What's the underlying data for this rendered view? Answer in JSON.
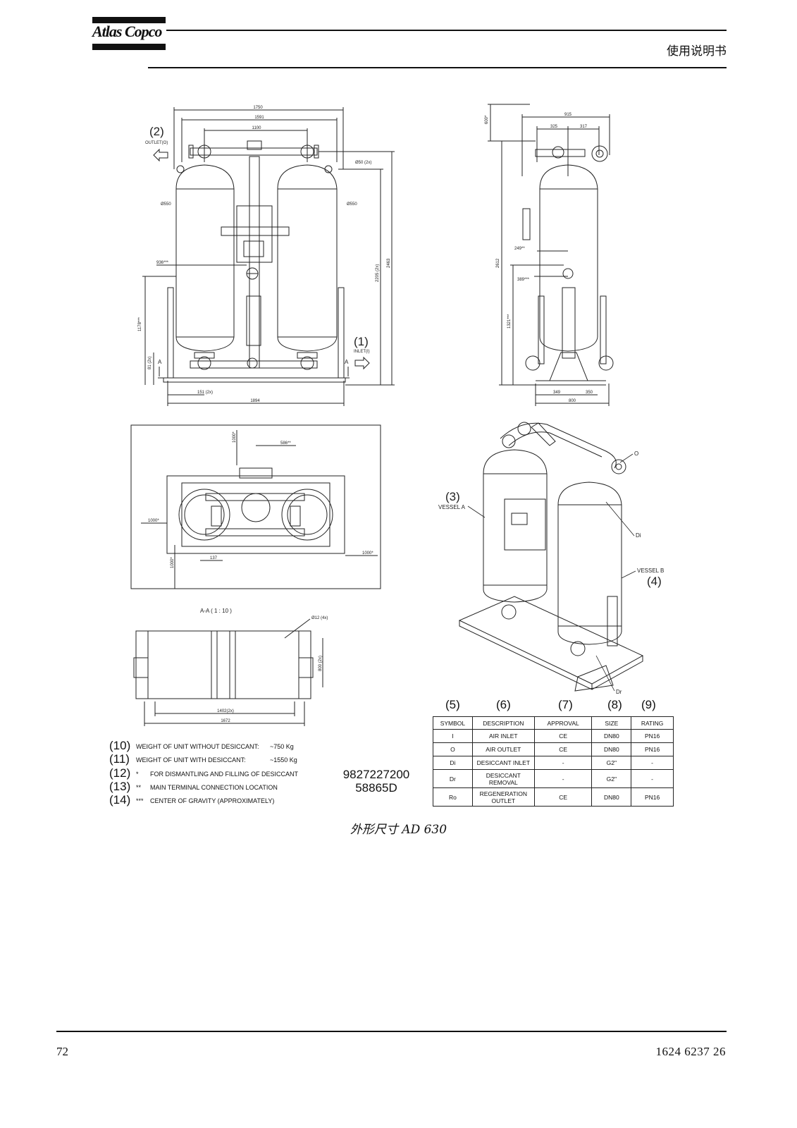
{
  "header": {
    "logo": "Atlas Copco",
    "title": "使用说明书"
  },
  "drawing": {
    "front_view": {
      "dims_top": [
        "1750",
        "1591",
        "1100"
      ],
      "dims_bottom": [
        "151 (2x)",
        "1894"
      ],
      "dims_left": [
        "1178***",
        "81 (2x)",
        "936***"
      ],
      "dims_right": [
        "2205 (2x)",
        "2463"
      ],
      "dia_labels": [
        "Ø50 (2x)",
        "Ø550",
        "Ø550"
      ],
      "outlet_num": "(2)",
      "outlet_label": "OUTLET(O)",
      "inlet_num": "(1)",
      "inlet_label": "INLET(I)",
      "section_mark": "A"
    },
    "side_view": {
      "dims_top": [
        "915",
        "325",
        "317"
      ],
      "dims_bottom": [
        "349",
        "350",
        "800"
      ],
      "dims_left": [
        "600*",
        "2612",
        "1321***"
      ],
      "small_dims": [
        "249**",
        "389***"
      ]
    },
    "top_view": {
      "dims": [
        "1000*",
        "586**",
        "1000*",
        "1000*",
        "137",
        "1000*"
      ]
    },
    "section_view": {
      "title": "A-A  ( 1 : 10 )",
      "dims": [
        "Ø12 (4x)",
        "800 (2x)",
        "1402(2x)",
        "1672"
      ]
    },
    "iso_view": {
      "vessel_a_num": "(3)",
      "vessel_a_label": "VESSEL A",
      "vessel_b_label": "VESSEL B",
      "vessel_b_num": "(4)",
      "label_o": "O",
      "label_di": "Di",
      "label_dr": "Dr"
    }
  },
  "parts_table": {
    "col_numbers": [
      "(5)",
      "(6)",
      "(7)",
      "(8)",
      "(9)"
    ],
    "headers": [
      "SYMBOL",
      "DESCRIPTION",
      "APPROVAL",
      "SIZE",
      "RATING"
    ],
    "rows": [
      [
        "I",
        "AIR INLET",
        "CE",
        "DN80",
        "PN16"
      ],
      [
        "O",
        "AIR OUTLET",
        "CE",
        "DN80",
        "PN16"
      ],
      [
        "Di",
        "DESICCANT INLET",
        "-",
        "G2\"",
        "-"
      ],
      [
        "Dr",
        "DESICCANT REMOVAL",
        "-",
        "G2\"",
        "-"
      ],
      [
        "Ro",
        "REGENERATION OUTLET",
        "CE",
        "DN80",
        "PN16"
      ]
    ]
  },
  "notes": [
    {
      "num": "(10)",
      "mark": "",
      "text": "WEIGHT OF UNIT WITHOUT DESICCANT:",
      "value": "~750 Kg"
    },
    {
      "num": "(11)",
      "mark": "",
      "text": "WEIGHT OF UNIT WITH DESICCANT:",
      "value": "~1550 Kg"
    },
    {
      "num": "(12)",
      "mark": "*",
      "text": "FOR DISMANTLING AND FILLING OF DESICCANT",
      "value": ""
    },
    {
      "num": "(13)",
      "mark": "**",
      "text": "MAIN TERMINAL CONNECTION LOCATION",
      "value": ""
    },
    {
      "num": "(14)",
      "mark": "***",
      "text": "CENTER OF GRAVITY (APPROXIMATELY)",
      "value": ""
    }
  ],
  "doc_numbers": [
    "9827227200",
    "58865D"
  ],
  "caption": "外形尺寸 AD 630",
  "footer": {
    "page": "72",
    "doc_code": "1624 6237 26"
  }
}
